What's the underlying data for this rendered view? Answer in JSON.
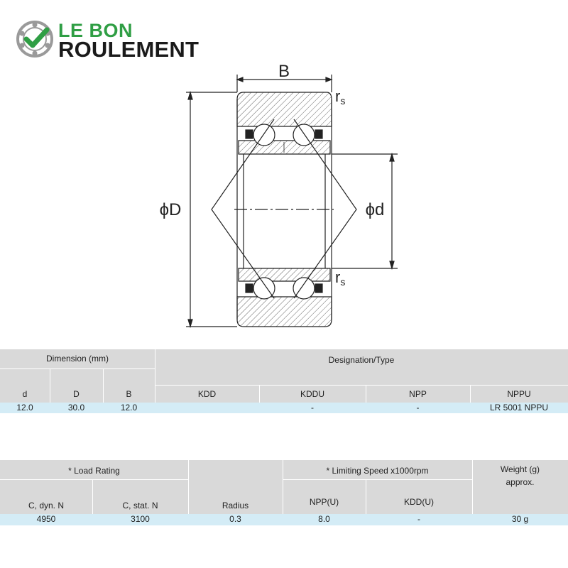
{
  "logo": {
    "line1": "LE BON",
    "line2": "ROULEMENT"
  },
  "drawing_labels": {
    "B": "B",
    "D": "ϕD",
    "d": "ϕd",
    "rs_top": "r",
    "rs_top_sub": "s",
    "rs_bottom": "r",
    "rs_bottom_sub": "s"
  },
  "table1": {
    "dimension_header": "Dimension (mm)",
    "designation_header": "Designation/Type",
    "cols": [
      "d",
      "D",
      "B",
      "KDD",
      "KDDU",
      "NPP",
      "NPPU"
    ],
    "values": [
      "12.0",
      "30.0",
      "12.0",
      "",
      "-",
      "-",
      "LR 5001 NPPU"
    ]
  },
  "table2": {
    "load_rating_header": "* Load Rating",
    "limiting_speed_header": "* Limiting Speed x1000rpm",
    "weight_header_1": "Weight (g)",
    "weight_header_2": "approx.",
    "cols": [
      "C, dyn. N",
      "C, stat. N",
      "Radius",
      "NPP(U)",
      "KDD(U)"
    ],
    "values": [
      "4950",
      "3100",
      "0.3",
      "8.0",
      "-",
      "30 g"
    ]
  },
  "colors": {
    "header_gray": "#d9d9d9",
    "value_blue": "#d4ecf6",
    "brand_green": "#2f9e44"
  }
}
